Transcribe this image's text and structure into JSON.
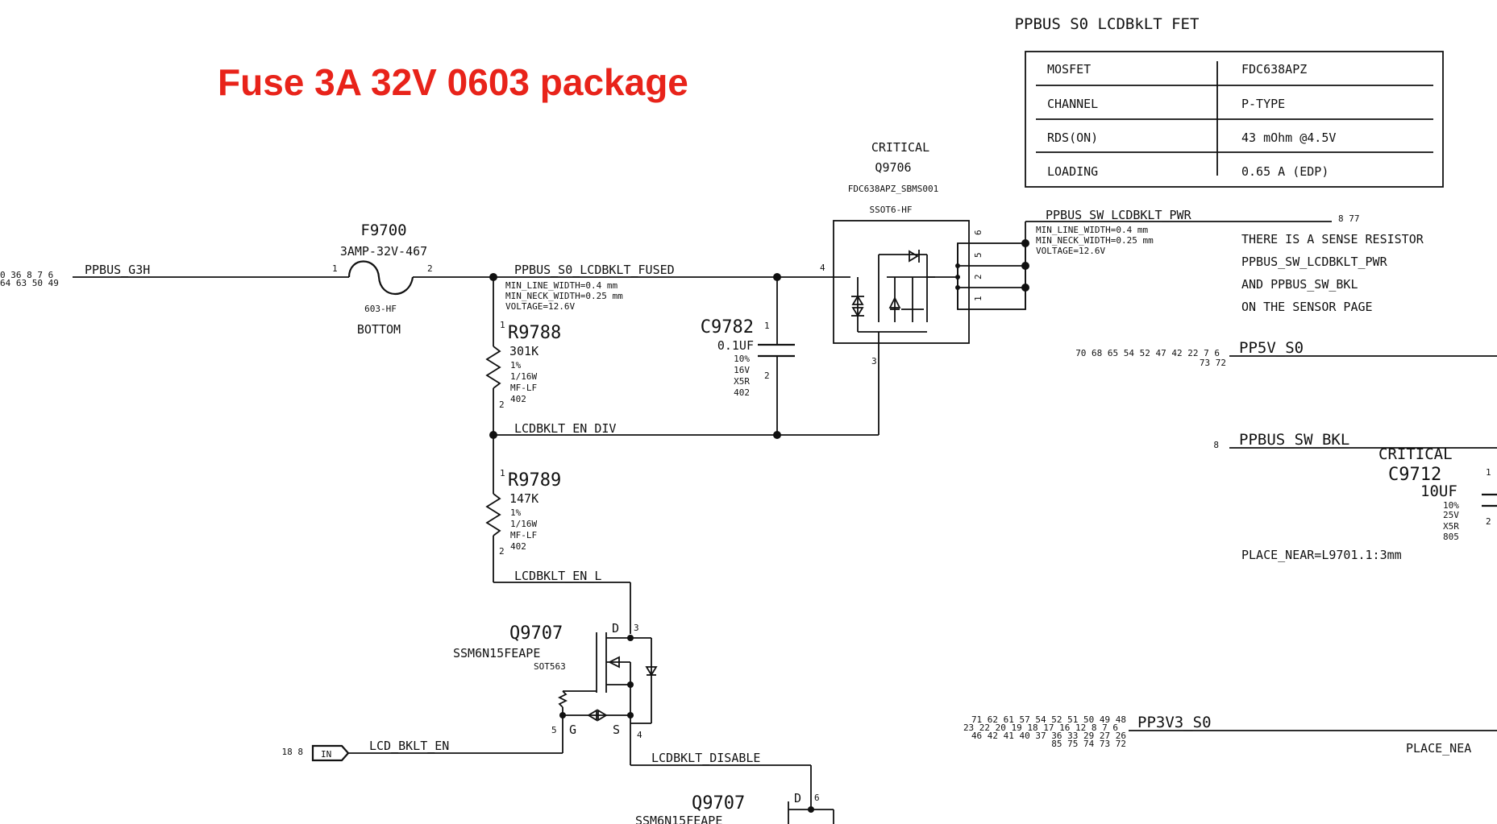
{
  "annotation": {
    "text": "Fuse 3A 32V 0603 package",
    "color": "#e8231a"
  },
  "fet_table": {
    "title": "PPBUS S0 LCDBkLT FET",
    "rows": [
      {
        "key": "MOSFET",
        "val": "FDC638APZ"
      },
      {
        "key": "CHANNEL",
        "val": "P-TYPE"
      },
      {
        "key": "RDS(ON)",
        "val": "43 mOhm @4.5V"
      },
      {
        "key": "LOADING",
        "val": "0.65 A (EDP)"
      }
    ]
  },
  "f9700": {
    "ref": "F9700",
    "value": "3AMP-32V-467",
    "pkg": "603-HF",
    "side": "BOTTOM",
    "pin1": "1",
    "pin2": "2"
  },
  "q9706": {
    "crit": "CRITICAL",
    "ref": "Q9706",
    "part": "FDC638APZ_SBMS001",
    "pkg": "SSOT6-HF",
    "p1": "1",
    "p2": "2",
    "p3": "3",
    "p4": "4",
    "p5": "5",
    "p6": "6"
  },
  "r9788": {
    "ref": "R9788",
    "value": "301K",
    "tol": "1%",
    "power": "1/16W",
    "type": "MF-LF",
    "size": "402",
    "pin1": "1",
    "pin2": "2"
  },
  "r9789": {
    "ref": "R9789",
    "value": "147K",
    "tol": "1%",
    "power": "1/16W",
    "type": "MF-LF",
    "size": "402",
    "pin1": "1",
    "pin2": "2"
  },
  "c9782": {
    "ref": "C9782",
    "value": "0.1UF",
    "tol": "10%",
    "volt": "16V",
    "diel": "X5R",
    "size": "402",
    "pin1": "1",
    "pin2": "2"
  },
  "c9712": {
    "crit": "CRITICAL",
    "ref": "C9712",
    "value": "10UF",
    "tol": "10%",
    "volt": "25V",
    "diel": "X5R",
    "size": "805",
    "pin1": "1",
    "pin2": "2",
    "place": "PLACE_NEAR=L9701.1:3mm"
  },
  "q9707a": {
    "ref": "Q9707",
    "part": "SSM6N15FEAPE",
    "pkg": "SOT563",
    "d": "D",
    "g": "G",
    "s": "S",
    "p3": "3",
    "p4": "4",
    "p5": "5"
  },
  "q9707b": {
    "ref": "Q9707",
    "part": "SSM6N15FEAPE",
    "d": "D",
    "p6": "6"
  },
  "nets": {
    "g3h": "PPBUS_G3H",
    "g3h_refs1": "0 36 8 7 6",
    "g3h_refs2": "64 63 50 49",
    "fused": "PPBUS_S0_LCDBKLT_FUSED",
    "fused_p1": "MIN_LINE_WIDTH=0.4 mm",
    "fused_p2": "MIN_NECK_WIDTH=0.25 mm",
    "fused_p3": "VOLTAGE=12.6V",
    "sw_pwr": "PPBUS_SW_LCDBKLT_PWR",
    "sw_pwr_refs": "8 77",
    "sw_p1": "MIN_LINE_WIDTH=0.4 mm",
    "sw_p2": "MIN_NECK_WIDTH=0.25 mm",
    "sw_p3": "VOLTAGE=12.6V",
    "en_div": "LCDBKLT_EN_DIV",
    "en_l": "LCDBKLT_EN_L",
    "disable": "LCDBKLT_DISABLE",
    "bkl_en": "LCD_BKLT_EN",
    "bkl_en_refs": "18 8",
    "in_flag": "IN",
    "pp5v": "PP5V_S0",
    "pp5v_refs1": "70 68 65 54 52 47 42 22 7 6",
    "pp5v_refs2": "73 72",
    "sw_bkl": "PPBUS_SW_BKL",
    "sw_bkl_refs": "8",
    "pp3v3": "PP3V3_S0",
    "pp3v3_refs1": "71 62 61 57 54 52 51 50 49 48",
    "pp3v3_refs2": "23 22 20 19 18 17 16 12 8 7 6",
    "pp3v3_refs3": "46 42 41 40 37 36 33 29 27 26",
    "pp3v3_refs4": "85 75 74 73 72",
    "place_near": "PLACE_NEA"
  },
  "note": [
    "THERE IS A SENSE RESISTOR",
    "PPBUS_SW_LCDBKLT_PWR",
    "AND PPBUS_SW_BKL",
    "ON THE SENSOR PAGE"
  ]
}
